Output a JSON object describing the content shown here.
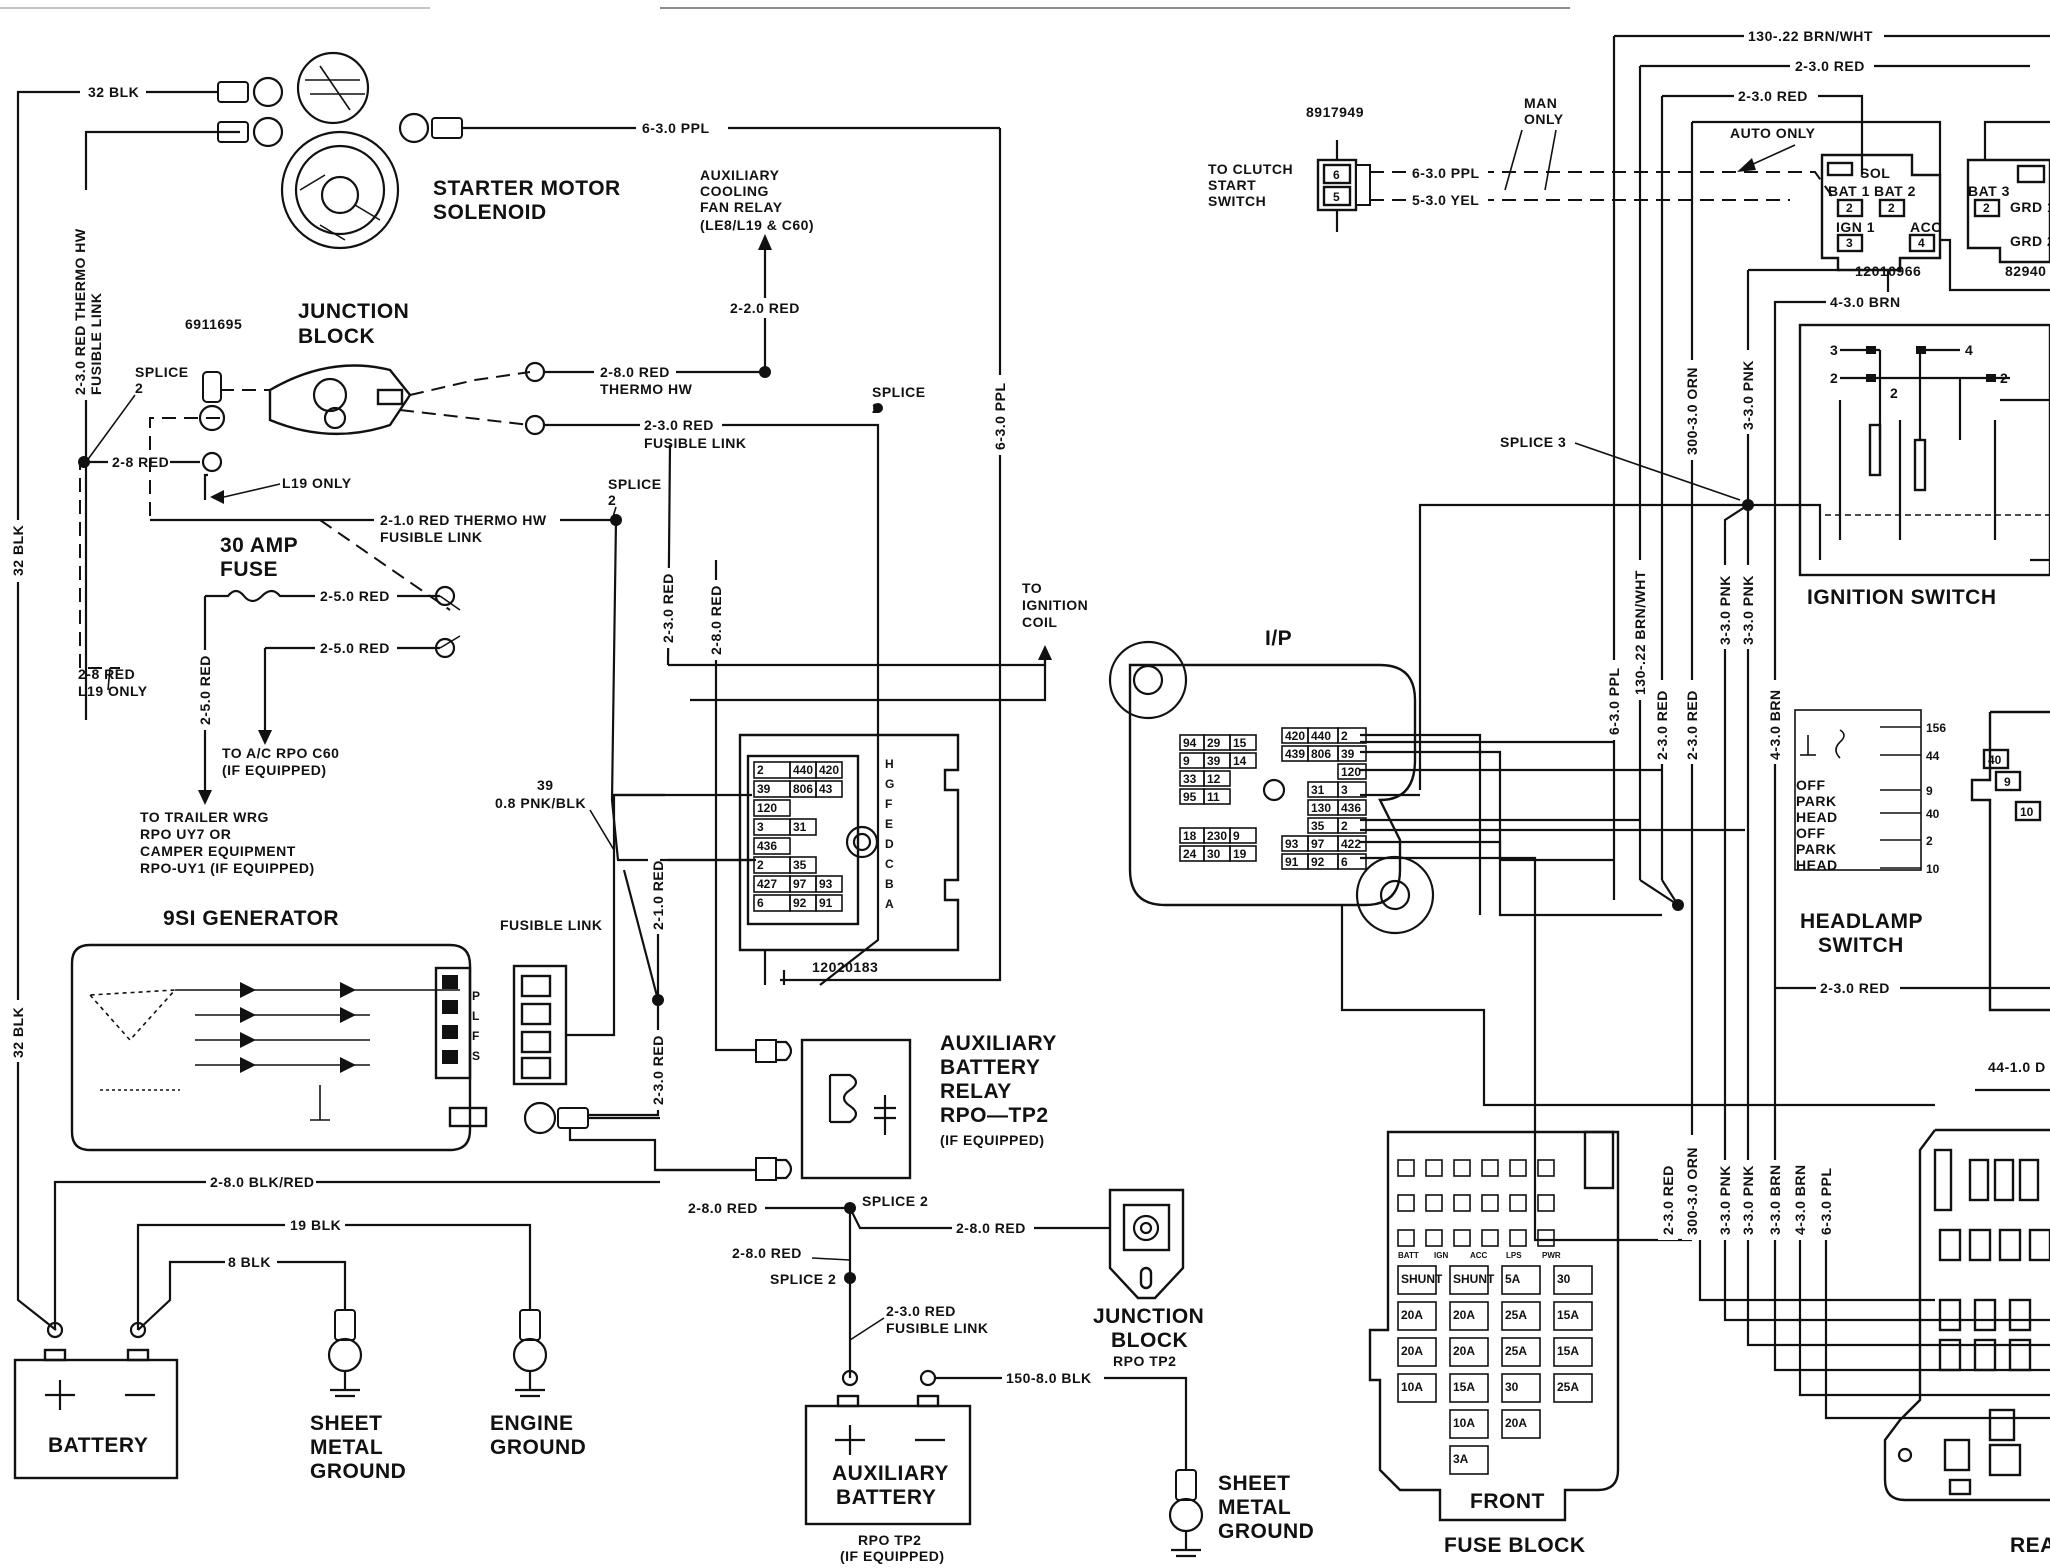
{
  "labels": {
    "blk32_top": "32 BLK",
    "ppl63_top": "6-3.0 PPL",
    "ppl63_vert": "6-3.0 PPL",
    "starter": "STARTER MOTOR",
    "solenoid": "SOLENOID",
    "aux_fan1": "AUXILIARY",
    "aux_fan2": "COOLING",
    "aux_fan3": "FAN RELAY",
    "aux_fan4": "(LE8/L19 & C60)",
    "red22": "2-2.0 RED",
    "red28_thermo": "2-8.0 RED",
    "thermo_hw": "THERMO HW",
    "red23_fl": "2-3.0 RED",
    "fusible_link": "FUSIBLE LINK",
    "splice2_right": "SPLICE",
    "splice2_right_n": "2",
    "jb_part": "6911695",
    "jb1": "JUNCTION",
    "jb2": "BLOCK",
    "splice2_left": "SPLICE",
    "splice2_left_n": "2",
    "red28_left": "2-8 RED",
    "l19only": "L19 ONLY",
    "red21": "2-1.0 RED THERMO HW",
    "red21_fl": "FUSIBLE LINK",
    "splice2_mid": "SPLICE",
    "splice2_mid_n": "2",
    "vert_thermo": "2-3.0 RED THERMO HW",
    "vert_fl": "FUSIBLE LINK",
    "blk32_vert": "32 BLK",
    "blk32_vert2": "32 BLK",
    "fuse30a": "30 AMP",
    "fuse30b": "FUSE",
    "red25_a": "2-5.0 RED",
    "red25_b": "2-5.0 RED",
    "red25_vert": "2-5.0 RED",
    "red28_l19": "2-8 RED",
    "l19only2": "L19 ONLY",
    "ac1": "TO A/C RPO C60",
    "ac2": "(IF EQUIPPED)",
    "trailer1": "TO TRAILER WRG",
    "trailer2": "RPO UY7 OR",
    "trailer3": "CAMPER EQUIPMENT",
    "trailer4": "RPO-UY1 (IF EQUIPPED)",
    "gen": "9SI GENERATOR",
    "red23_vert1": "2-3.0 RED",
    "red28_vert": "2-8.0 RED",
    "ign1": "TO",
    "ign2": "IGNITION",
    "ign3": "COIL",
    "w39": "39",
    "pnkblk": "0.8 PNK/BLK",
    "fl_gen": "FUSIBLE LINK",
    "red21_vert": "2-1.0 RED",
    "red23_vert2": "2-3.0 RED",
    "conn_part": "12020183",
    "abr1": "AUXILIARY",
    "abr2": "BATTERY",
    "abr3": "RELAY",
    "abr4": "RPO—TP2",
    "abr5": "(IF EQUIPPED)",
    "blkred": "2-8.0 BLK/RED",
    "blk19": "19 BLK",
    "blk8": "8 BLK",
    "battery": "BATTERY",
    "smg1": "SHEET",
    "smg2": "METAL",
    "smg3": "GROUND",
    "eng1": "ENGINE",
    "eng2": "GROUND",
    "red28_s2": "2-8.0 RED",
    "splice2_b": "SPLICE 2",
    "red28_jb": "2-8.0 RED",
    "red28_s2b": "2-8.0 RED",
    "splice2_c": "SPLICE 2",
    "red23_fl2": "2-3.0 RED",
    "fl2": "FUSIBLE LINK",
    "jb_tp1": "JUNCTION",
    "jb_tp2": "BLOCK",
    "jb_tp3": "RPO TP2",
    "blk150": "150-8.0 BLK",
    "aux_bat1": "AUXILIARY",
    "aux_bat2": "BATTERY",
    "aux_rpo": "RPO TP2",
    "aux_ifeq": "(IF EQUIPPED)",
    "smg_b1": "SHEET",
    "smg_b2": "METAL",
    "smg_b3": "GROUND",
    "clutch_part": "8917949",
    "clutch1": "TO CLUTCH",
    "clutch2": "START",
    "clutch3": "SWITCH",
    "man1": "MAN",
    "man2": "ONLY",
    "ppl63_clutch": "6-3.0 PPL",
    "yel53": "5-3.0 YEL",
    "brnwht130": "130-.22 BRN/WHT",
    "red23_top": "2-3.0 RED",
    "red23_top2": "2-3.0 RED",
    "auto_only": "AUTO ONLY",
    "sol": "SOL",
    "bat1": "BAT 1",
    "bat2": "BAT 2",
    "ign_t": "IGN 1",
    "acc": "ACC",
    "bat3": "BAT 3",
    "grd1": "GRD 1",
    "grd2": "GRD 2",
    "sw_part": "12010966",
    "sw_part2": "82940",
    "brn43": "4-3.0 BRN",
    "orn300": "300-3.0 ORN",
    "pnk33": "3-3.0 PNK",
    "splice3": "SPLICE 3",
    "ign_switch": "IGNITION SWITCH",
    "ip": "I/P",
    "ppl63_v2": "6-3.0 PPL",
    "brnwht_v": "130-.22 BRN/WHT",
    "red23_v3": "2-3.0 RED",
    "red23_v4": "2-3.0 RED",
    "pnk33_v2": "3-3.0 PNK",
    "pnk33_v3": "3-3.0 PNK",
    "brn43_v2": "4-3.0 BRN",
    "hl1": "HEADLAMP",
    "hl2": "SWITCH",
    "off": "OFF",
    "park": "PARK",
    "head": "HEAD",
    "red23_hl": "2-3.0 RED",
    "d441": "44-1.0 D",
    "red23_bot": "2-3.0 RED",
    "orn300_bot": "300-3.0 ORN",
    "pnk33_bot": "3-3.0 PNK",
    "pnk33_bot2": "3-3.0 PNK",
    "brn35_bot": "3-3.0 BRN",
    "brn43_bot": "4-3.0 BRN",
    "ppl63_bot": "6-3.0 PPL",
    "front": "FRONT",
    "fuse_block": "FUSE BLOCK",
    "rear": "REA"
  },
  "connector_12020183": [
    [
      "2",
      "440",
      "420"
    ],
    [
      "39",
      "806",
      "43"
    ],
    [
      "120",
      "",
      ""
    ],
    [
      "3",
      "31",
      ""
    ],
    [
      "436",
      "",
      ""
    ],
    [
      "2",
      "35",
      ""
    ],
    [
      "427",
      "97",
      "93"
    ],
    [
      "6",
      "92",
      "91"
    ]
  ],
  "connector_letters": [
    "H",
    "G",
    "F",
    "E",
    "D",
    "C",
    "B",
    "A"
  ],
  "ip_left_cells": [
    [
      "94",
      "29",
      "15"
    ],
    [
      "9",
      "39",
      "14"
    ],
    [
      "33",
      "12",
      ""
    ],
    [
      "95",
      "11",
      ""
    ],
    [
      "18",
      "230",
      "9"
    ],
    [
      "24",
      "30",
      "19"
    ]
  ],
  "ip_right_cells": [
    [
      "420",
      "440",
      "2"
    ],
    [
      "439",
      "806",
      "39"
    ],
    [
      "",
      "",
      "120"
    ],
    [
      "",
      "31",
      "3"
    ],
    [
      "",
      "130",
      "436"
    ],
    [
      "",
      "35",
      "2"
    ],
    [
      "93",
      "97",
      "422"
    ],
    [
      "91",
      "92",
      "6"
    ]
  ],
  "hl_pins": [
    "156",
    "44",
    "9",
    "40",
    "2",
    "10"
  ],
  "fuse_front": [
    [
      "SHUNT",
      "SHUNT",
      "5A",
      "30"
    ],
    [
      "20A",
      "20A",
      "25A",
      "15A"
    ],
    [
      "20A",
      "20A",
      "25A",
      "15A"
    ],
    [
      "10A",
      "15A",
      "30",
      "25A"
    ],
    [
      "",
      "10A",
      "20A",
      ""
    ],
    [
      "",
      "3A",
      "",
      ""
    ]
  ],
  "fuse_sublabels": [
    "BATT",
    "IGN",
    "ACC",
    "LPS",
    "PWR"
  ]
}
